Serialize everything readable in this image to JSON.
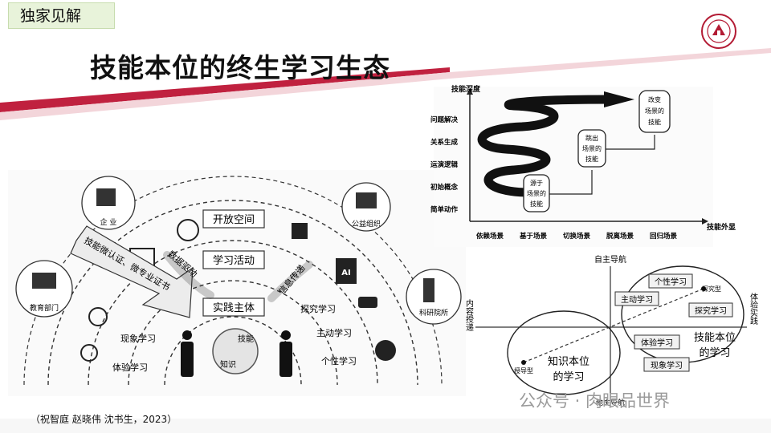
{
  "header": {
    "tag_label": "独家见解",
    "title": "技能本位的终生学习生态",
    "citation": "（祝智庭 赵晓伟 沈书生，2023）",
    "watermark": "公众号 · 肉眼品世界"
  },
  "left_diagram": {
    "arcs": [
      "开放空间",
      "学习活动",
      "实践主体"
    ],
    "organizations": [
      "企 业",
      "公益组织",
      "教育部门",
      "科研院所"
    ],
    "banner_left": "技能微认证、微专业证书",
    "arrow_mid_left": "数据驱动",
    "arrow_mid_right": "信息传递",
    "learning_types_left": [
      "现象学习",
      "体验学习"
    ],
    "learning_types_right": [
      "探究学习",
      "主动学习",
      "个性学习"
    ],
    "center_labels": [
      "技能",
      "知识"
    ],
    "icon_labels": [
      "AI"
    ]
  },
  "spiral_chart": {
    "y_title": "技能深度",
    "x_title": "技能外显",
    "y_levels": [
      "问题解决",
      "关系生成",
      "运演逻辑",
      "初始概念",
      "简单动作"
    ],
    "x_stages": [
      "依赖场景",
      "基于场景",
      "切换场景",
      "脱离场景",
      "回归场景"
    ],
    "boxes": [
      {
        "lines": [
          "源于",
          "场景的",
          "技能"
        ]
      },
      {
        "lines": [
          "跳出",
          "场景的",
          "技能"
        ]
      },
      {
        "lines": [
          "改变",
          "场景的",
          "技能"
        ]
      }
    ]
  },
  "quadrant": {
    "axis_top": "自主导航",
    "axis_bottom": "他主导航",
    "axis_left": "内容授递",
    "axis_right": "体验实践",
    "left_ellipse": "知识本位的学习",
    "right_ellipse": "技能本位的学习",
    "left_point": "授导型",
    "right_point": "探究型",
    "boxes": [
      "个性学习",
      "主动学习",
      "探究学习",
      "体验学习",
      "现象学习"
    ]
  },
  "colors": {
    "accent": "#c0213f",
    "tag_bg": "#e8f3da",
    "dark": "#1a1a1a"
  }
}
